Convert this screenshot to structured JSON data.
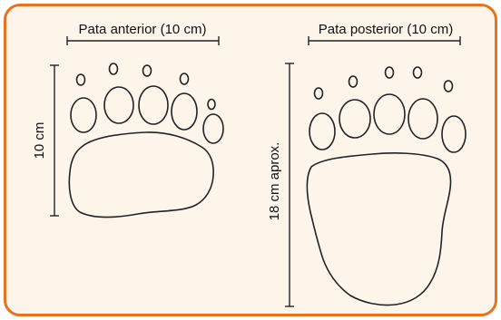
{
  "front_paw": {
    "width_label": "Pata anterior (10 cm)",
    "height_label": "10 cm"
  },
  "hind_paw": {
    "width_label": "Pata posterior (10 cm)",
    "height_label": "18 cm aprox."
  },
  "colors": {
    "frame": "#e5731f",
    "background": "#fdf4ea",
    "ink": "#222222"
  }
}
